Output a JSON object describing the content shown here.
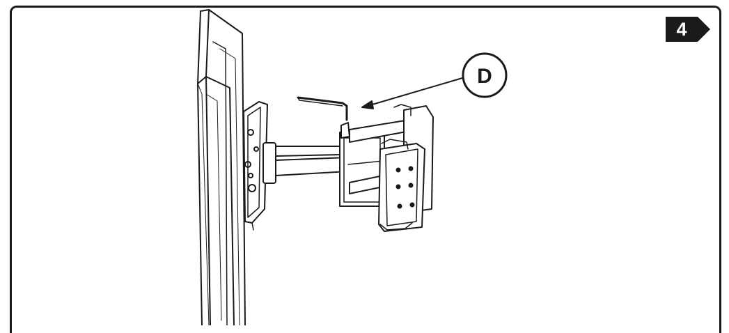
{
  "step": {
    "number": "4",
    "badge_color": "#1a1a1a"
  },
  "callout": {
    "label": "D",
    "points_to": "allen-key"
  },
  "parts": {
    "tv_panel": "tv-side-view",
    "mount_plate": "tv-mounting-plate",
    "arm": "articulating-arm",
    "wall_plate": "wall-plate",
    "tool": "allen-key"
  },
  "colors": {
    "line": "#1a1a1a",
    "background": "#ffffff"
  }
}
